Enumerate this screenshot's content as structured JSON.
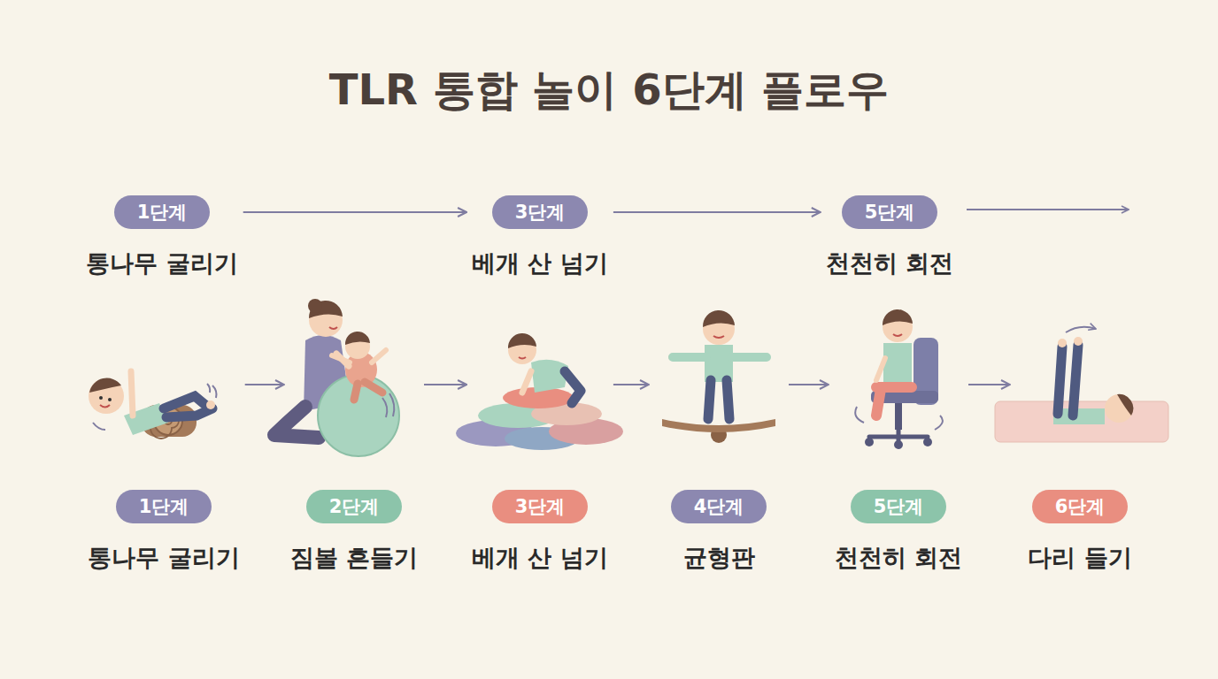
{
  "diagram": {
    "title": "TLR 통합 놀이 6단계 플로우",
    "nodes": [
      {
        "text": [
          "1단계",
          "통나무 굴리기"
        ]
      },
      {
        "text": [
          "3단계",
          "베개 산 넘기"
        ]
      },
      {
        "text": [
          "5단계",
          "천천히 회전"
        ]
      },
      {
        "text": [
          "1단계",
          "통나무 굴리기"
        ]
      },
      {
        "text": [
          "2단계",
          "짐볼 흔들기"
        ]
      },
      {
        "text": [
          "3단계",
          "베개 산 넘기"
        ]
      },
      {
        "text": [
          "4단계",
          "균형판"
        ]
      },
      {
        "text": [
          "5단계",
          "천천히 회전"
        ]
      },
      {
        "text": [
          "6단계",
          "다리 들기"
        ]
      }
    ],
    "edges": [
      {
        "from": 0,
        "to": 1,
        "arrow": "to"
      },
      {
        "from": 1,
        "to": 2,
        "arrow": "to"
      },
      {
        "from": 3,
        "to": 4,
        "arrow": "to"
      },
      {
        "from": 4,
        "to": 5,
        "arrow": "to"
      },
      {
        "from": 5,
        "to": 6,
        "arrow": "to"
      },
      {
        "from": 6,
        "to": 7,
        "arrow": "to"
      },
      {
        "from": 7,
        "to": 8,
        "arrow": "to"
      }
    ]
  }
}
